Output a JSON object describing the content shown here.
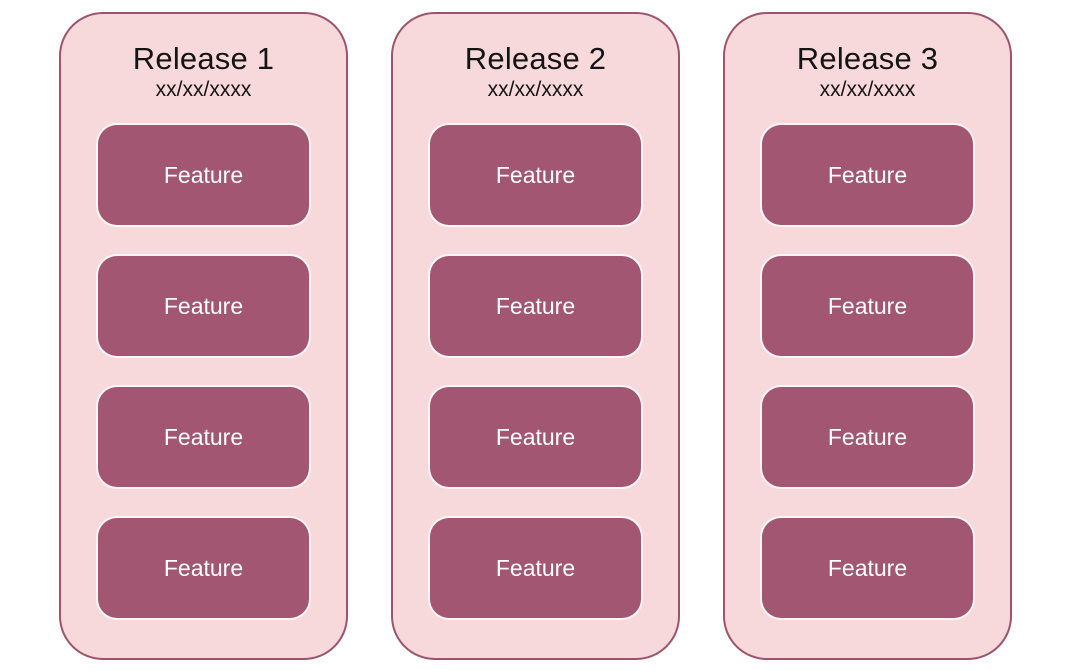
{
  "colors": {
    "page_bg": "#ffffff",
    "column_fill": "#f8d9db",
    "column_border": "#9d536b",
    "feature_fill": "#a35671",
    "feature_text": "#ffffff",
    "title_text": "#141414"
  },
  "columns": [
    {
      "title": "Release 1",
      "date": "xx/xx/xxxx",
      "features": [
        "Feature",
        "Feature",
        "Feature",
        "Feature"
      ]
    },
    {
      "title": "Release 2",
      "date": "xx/xx/xxxx",
      "features": [
        "Feature",
        "Feature",
        "Feature",
        "Feature"
      ]
    },
    {
      "title": "Release 3",
      "date": "xx/xx/xxxx",
      "features": [
        "Feature",
        "Feature",
        "Feature",
        "Feature"
      ]
    }
  ]
}
